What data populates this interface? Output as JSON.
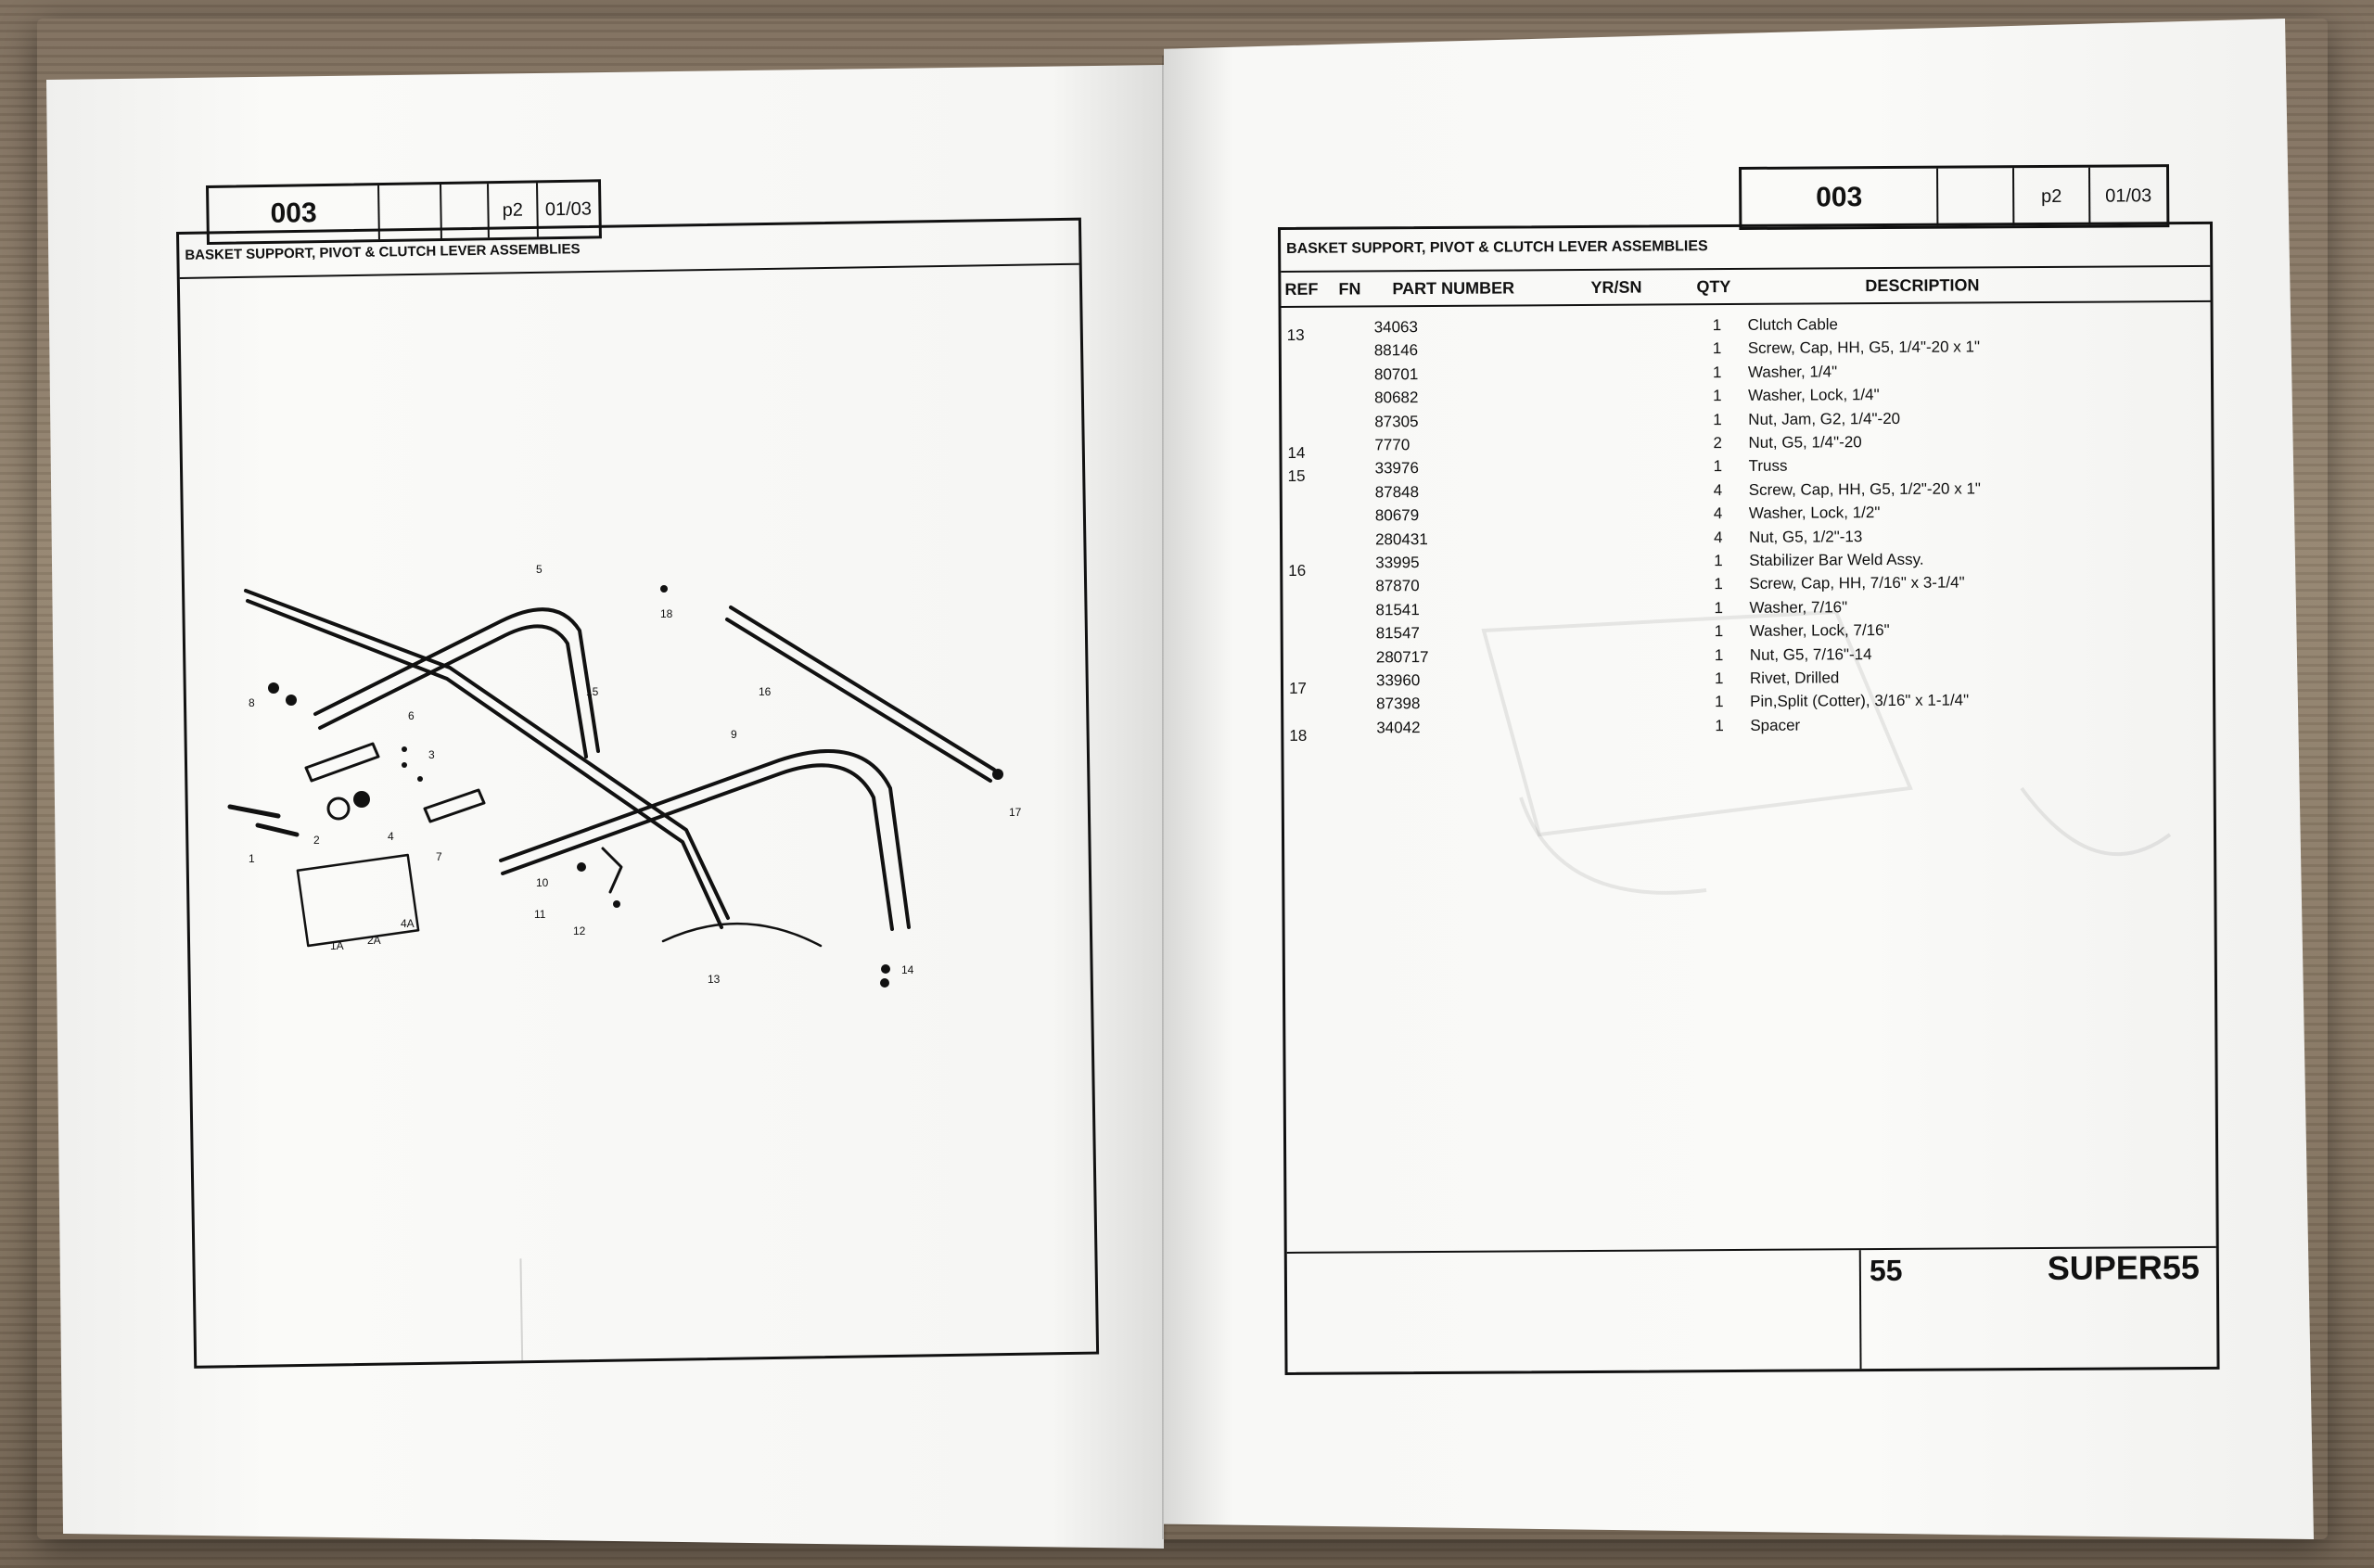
{
  "left_page": {
    "header": {
      "section": "003",
      "blank1": "",
      "blank2": "",
      "page_code": "p2",
      "date": "01/03"
    },
    "title": "BASKET SUPPORT, PIVOT & CLUTCH LEVER ASSEMBLIES",
    "callouts": [
      "5",
      "8",
      "6",
      "3",
      "15",
      "16",
      "18",
      "9",
      "17",
      "2",
      "4",
      "1",
      "7",
      "10",
      "11",
      "12",
      "13",
      "14",
      "4A",
      "2A",
      "1A"
    ]
  },
  "right_page": {
    "header": {
      "blank1": "",
      "section": "003",
      "blank2": "",
      "page_code": "p2",
      "date": "01/03"
    },
    "title": "BASKET SUPPORT, PIVOT & CLUTCH LEVER ASSEMBLIES",
    "columns": {
      "ref": "REF",
      "fn": "FN",
      "part_number": "PART NUMBER",
      "yrsn": "YR/SN",
      "qty": "QTY",
      "description": "DESCRIPTION"
    },
    "rows": [
      {
        "ref": "13",
        "part": "34063",
        "qty": "1",
        "desc": "Clutch Cable"
      },
      {
        "ref": "",
        "part": "88146",
        "qty": "1",
        "desc": "Screw, Cap, HH, G5, 1/4\"-20 x 1\""
      },
      {
        "ref": "",
        "part": "80701",
        "qty": "1",
        "desc": "Washer, 1/4\""
      },
      {
        "ref": "",
        "part": "80682",
        "qty": "1",
        "desc": "Washer, Lock, 1/4\""
      },
      {
        "ref": "",
        "part": "87305",
        "qty": "1",
        "desc": "Nut, Jam, G2, 1/4\"-20"
      },
      {
        "ref": "14",
        "part": "7770",
        "qty": "2",
        "desc": "Nut, G5, 1/4\"-20"
      },
      {
        "ref": "15",
        "part": "33976",
        "qty": "1",
        "desc": "Truss"
      },
      {
        "ref": "",
        "part": "87848",
        "qty": "4",
        "desc": "Screw, Cap, HH, G5, 1/2\"-20 x 1\""
      },
      {
        "ref": "",
        "part": "80679",
        "qty": "4",
        "desc": "Washer, Lock, 1/2\""
      },
      {
        "ref": "",
        "part": "280431",
        "qty": "4",
        "desc": "Nut, G5, 1/2\"-13"
      },
      {
        "ref": "16",
        "part": "33995",
        "qty": "1",
        "desc": "Stabilizer Bar Weld Assy."
      },
      {
        "ref": "",
        "part": "87870",
        "qty": "1",
        "desc": "Screw, Cap, HH, 7/16\" x 3-1/4\""
      },
      {
        "ref": "",
        "part": "81541",
        "qty": "1",
        "desc": "Washer, 7/16\""
      },
      {
        "ref": "",
        "part": "81547",
        "qty": "1",
        "desc": "Washer, Lock, 7/16\""
      },
      {
        "ref": "",
        "part": "280717",
        "qty": "1",
        "desc": "Nut, G5, 7/16\"-14"
      },
      {
        "ref": "17",
        "part": "33960",
        "qty": "1",
        "desc": "Rivet, Drilled"
      },
      {
        "ref": "",
        "part": "87398",
        "qty": "1",
        "desc": "Pin,Split (Cotter), 3/16\" x 1-1/4\""
      },
      {
        "ref": "18",
        "part": "34042",
        "qty": "1",
        "desc": "Spacer"
      }
    ],
    "footer": {
      "page_number": "55",
      "model": "SUPER55"
    }
  }
}
